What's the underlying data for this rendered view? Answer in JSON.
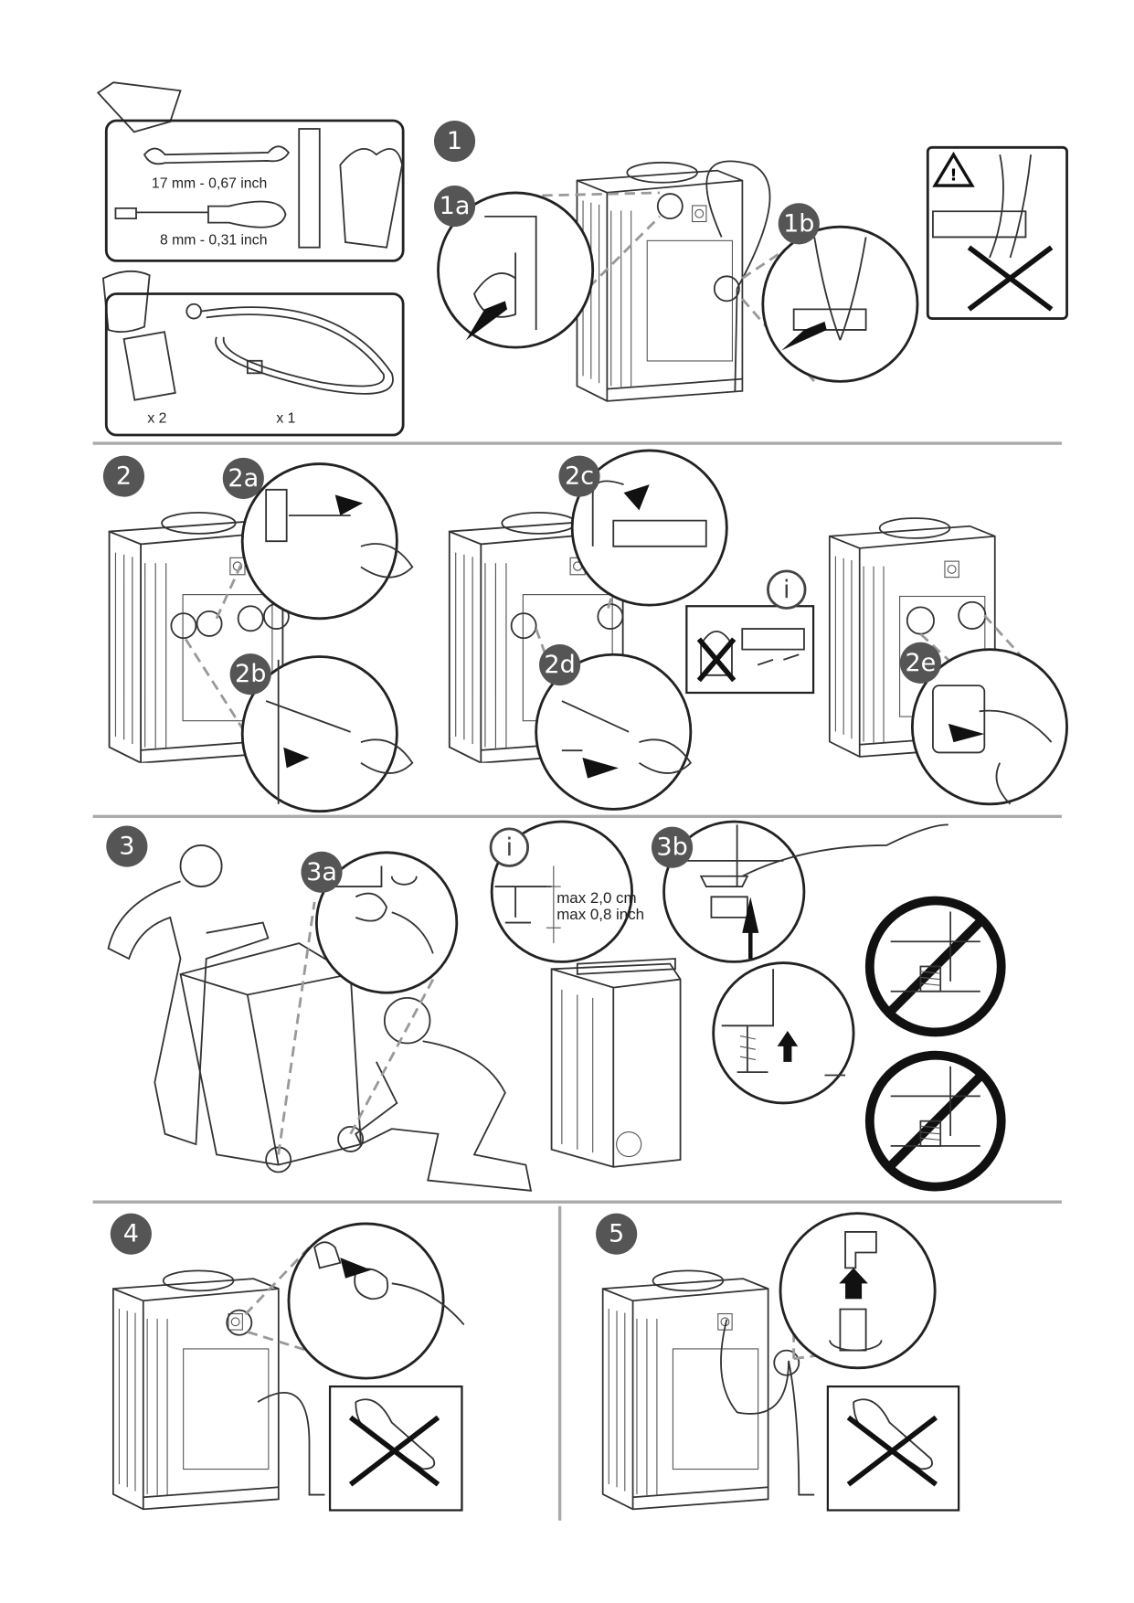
{
  "tools": {
    "wrench_size": "17 mm - 0,67 inch",
    "socket_size": "8 mm - 0,31 inch"
  },
  "accessories": {
    "cover_qty": "x 2",
    "hose_qty": "x 1"
  },
  "steps": {
    "s1": "1",
    "s1a": "1a",
    "s1b": "1b",
    "s2": "2",
    "s2a": "2a",
    "s2b": "2b",
    "s2c": "2c",
    "s2d": "2d",
    "s2e": "2e",
    "s2info": "i",
    "s3": "3",
    "s3a": "3a",
    "s3b": "3b",
    "s3info": "i",
    "s4": "4",
    "s5": "5"
  },
  "leveling": {
    "max_cm": "max 2,0 cm",
    "max_inch": "max 0,8 inch"
  },
  "warning_symbol": "!"
}
